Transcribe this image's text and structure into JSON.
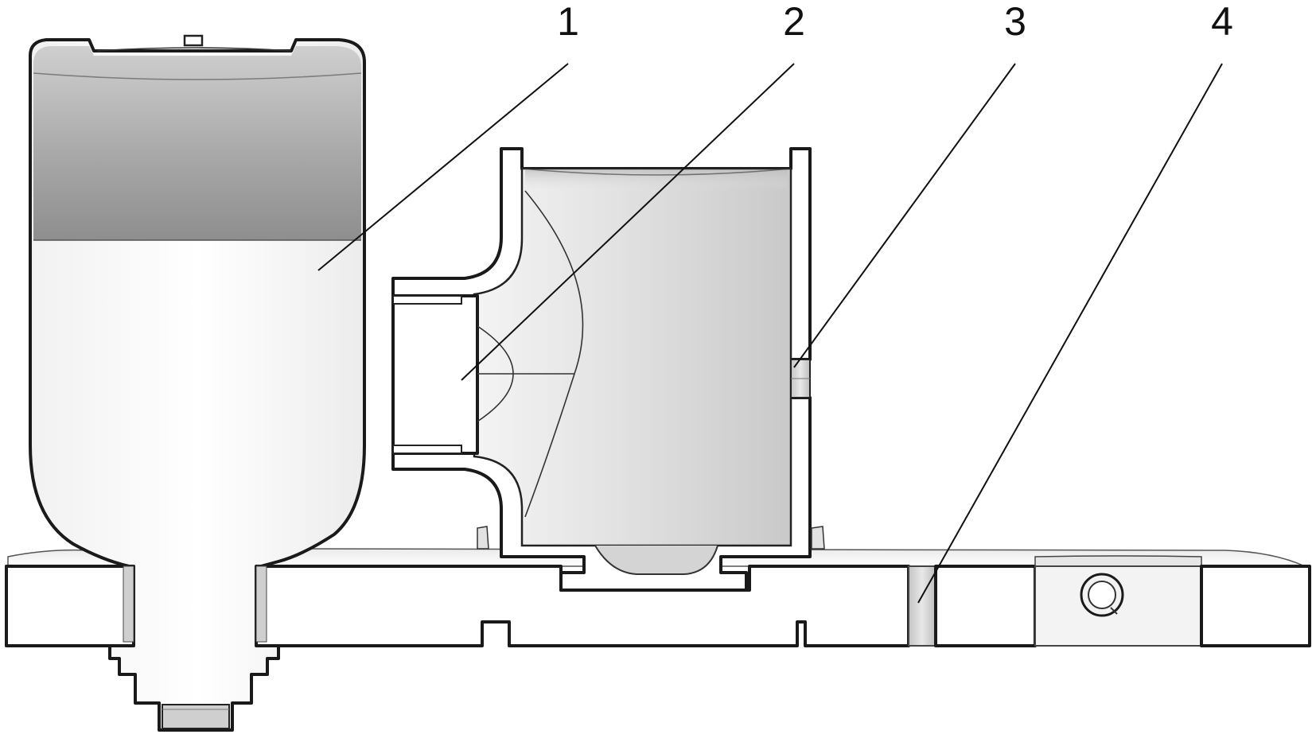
{
  "figure": {
    "callouts": [
      {
        "id": "callout-1",
        "label": "1"
      },
      {
        "id": "callout-2",
        "label": "2"
      },
      {
        "id": "callout-3",
        "label": "3"
      },
      {
        "id": "callout-4",
        "label": "4"
      }
    ]
  },
  "colors": {
    "outline": "#1a1a1a",
    "body_fill": "#ffffff",
    "liquid_shade_top": "#bdbdbd",
    "liquid_shade_bottom": "#8f8f8f",
    "chamber_shade": "#d9d9d9",
    "leader_line": "#111111"
  }
}
